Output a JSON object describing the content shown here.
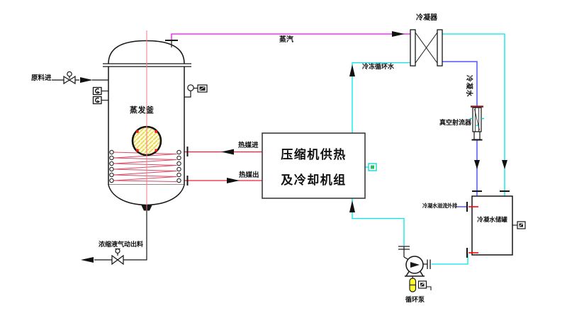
{
  "labels": {
    "raw_material_in": "原料进",
    "evaporator_vessel": "蒸发釜",
    "steam": "蒸汽",
    "condenser": "冷凝器",
    "chilled_circulating_water": "冷冻循环水",
    "condensate_water_vertical": "冷凝水",
    "vacuum_jet_device": "真空射流器",
    "heat_medium_in": "热媒进",
    "heat_medium_out": "热媒出",
    "compressor_unit_line1": "压缩机供热",
    "compressor_unit_line2": "及冷却机组",
    "condensate_tank": "冷凝水储罐",
    "condensate_overflow_discharge": "冷凝水溢流外排",
    "circulation_pump": "循环泵",
    "concentrate_pneumatic_discharge": "浓缩液气动出料"
  },
  "colors": {
    "steam_line": "#ff00ff",
    "chilled_water_line": "#00e8ea",
    "condensate_line": "#5156f5",
    "heat_medium_line": "#e82038",
    "coil_line": "#d84a66",
    "vessel_centerline": "#f27b8a",
    "nozzle_tick": "#ff0000",
    "instrument_yellow": "#ffff33",
    "sightglass_fill": "#fffbd8",
    "line_black": "#161616"
  }
}
